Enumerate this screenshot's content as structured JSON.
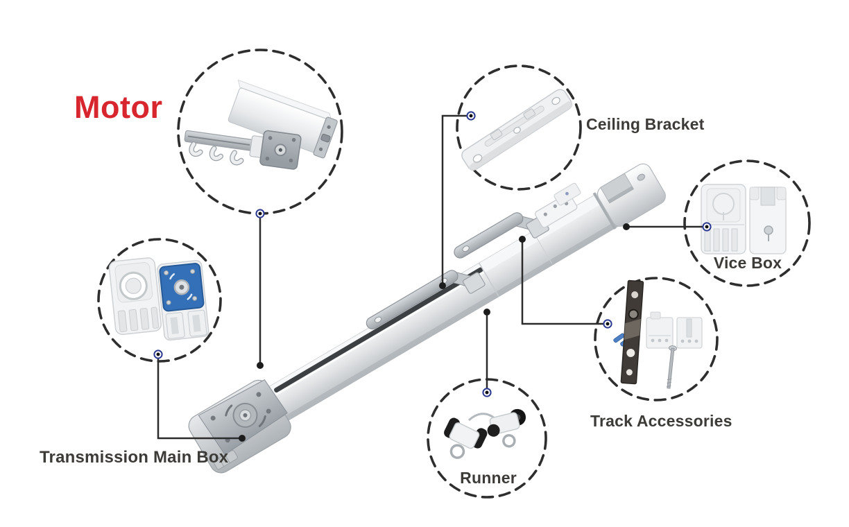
{
  "colors": {
    "accent_red": "#d7262d",
    "label_color": "#3d3b38",
    "line_color": "#2b2b2b",
    "marker_ring_color": "#2b3990",
    "page_bg": "#ffffff"
  },
  "diagram": {
    "type": "product-callout-diagram",
    "subject": "smart electric curtain track system",
    "parts": {
      "motor": {
        "label": "Motor"
      },
      "ceiling_bracket": {
        "label": "Ceiling Bracket"
      },
      "vice_box": {
        "label": "Vice Box"
      },
      "track_accessories": {
        "label": "Track Accessories"
      },
      "runner": {
        "label": "Runner"
      },
      "transmission_main_box": {
        "label": "Transmission Main Box"
      }
    }
  }
}
